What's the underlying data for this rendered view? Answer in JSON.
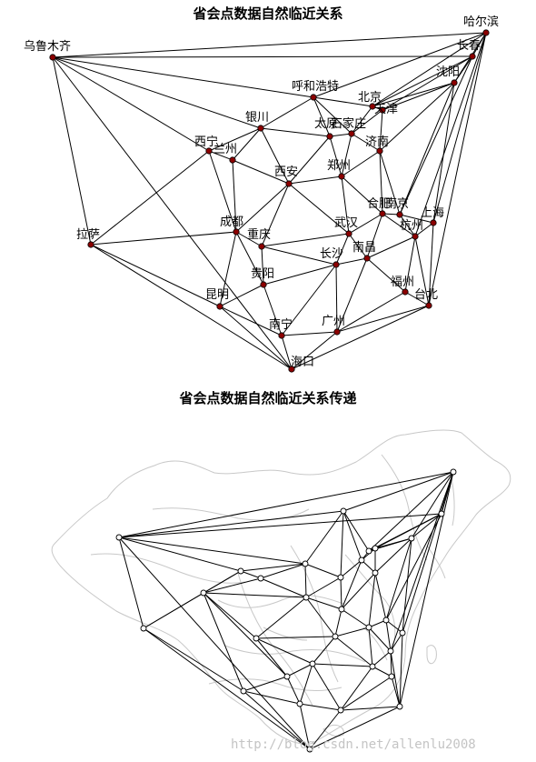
{
  "titles": {
    "top": "省会点数据自然临近关系",
    "bottom": "省会点数据自然临近关系传递"
  },
  "watermark": "http://blog.csdn.net/allenlu2008",
  "colors": {
    "node_top": "#8b0000",
    "node_bottom": "#ffffff",
    "edge": "#000000",
    "map_outline": "#c8c8c8"
  },
  "nodes": [
    {
      "id": "wlmq",
      "label": "乌鲁木齐"
    },
    {
      "id": "heb",
      "label": "哈尔滨"
    },
    {
      "id": "cc",
      "label": "长春"
    },
    {
      "id": "sy",
      "label": "沈阳"
    },
    {
      "id": "hhht",
      "label": "呼和浩特"
    },
    {
      "id": "bj",
      "label": "北京"
    },
    {
      "id": "tj",
      "label": "天津"
    },
    {
      "id": "yc",
      "label": "银川"
    },
    {
      "id": "ty",
      "label": "太原"
    },
    {
      "id": "sjz",
      "label": "石家庄"
    },
    {
      "id": "jn",
      "label": "济南"
    },
    {
      "id": "xn",
      "label": "西宁"
    },
    {
      "id": "lz",
      "label": "兰州"
    },
    {
      "id": "xa",
      "label": "西安"
    },
    {
      "id": "zz",
      "label": "郑州"
    },
    {
      "id": "hf",
      "label": "合肥"
    },
    {
      "id": "nj",
      "label": "南京"
    },
    {
      "id": "sh",
      "label": "上海"
    },
    {
      "id": "hz",
      "label": "杭州"
    },
    {
      "id": "cd",
      "label": "成都"
    },
    {
      "id": "cq",
      "label": "重庆"
    },
    {
      "id": "wh",
      "label": "武汉"
    },
    {
      "id": "ls",
      "label": "拉萨"
    },
    {
      "id": "cs",
      "label": "长沙"
    },
    {
      "id": "nc",
      "label": "南昌"
    },
    {
      "id": "gy",
      "label": "贵阳"
    },
    {
      "id": "fz",
      "label": "福州"
    },
    {
      "id": "tb",
      "label": "台北"
    },
    {
      "id": "km",
      "label": "昆明"
    },
    {
      "id": "nn",
      "label": "南宁"
    },
    {
      "id": "gz",
      "label": "广州"
    },
    {
      "id": "hk",
      "label": "海口"
    }
  ],
  "edges": [
    [
      "wlmq",
      "heb"
    ],
    [
      "wlmq",
      "cc"
    ],
    [
      "wlmq",
      "hhht"
    ],
    [
      "wlmq",
      "yc"
    ],
    [
      "wlmq",
      "xn"
    ],
    [
      "wlmq",
      "ls"
    ],
    [
      "wlmq",
      "hk"
    ],
    [
      "heb",
      "cc"
    ],
    [
      "heb",
      "sy"
    ],
    [
      "heb",
      "hhht"
    ],
    [
      "heb",
      "bj"
    ],
    [
      "heb",
      "sh"
    ],
    [
      "heb",
      "tb"
    ],
    [
      "heb",
      "hz"
    ],
    [
      "cc",
      "sy"
    ],
    [
      "cc",
      "bj"
    ],
    [
      "cc",
      "tj"
    ],
    [
      "cc",
      "nj"
    ],
    [
      "sy",
      "tj"
    ],
    [
      "sy",
      "bj"
    ],
    [
      "sy",
      "jn"
    ],
    [
      "sy",
      "nj"
    ],
    [
      "sy",
      "sh"
    ],
    [
      "hhht",
      "yc"
    ],
    [
      "hhht",
      "bj"
    ],
    [
      "hhht",
      "ty"
    ],
    [
      "hhht",
      "sjz"
    ],
    [
      "bj",
      "tj"
    ],
    [
      "bj",
      "sjz"
    ],
    [
      "tj",
      "sjz"
    ],
    [
      "tj",
      "jn"
    ],
    [
      "yc",
      "ty"
    ],
    [
      "yc",
      "xa"
    ],
    [
      "yc",
      "lz"
    ],
    [
      "yc",
      "xn"
    ],
    [
      "ty",
      "sjz"
    ],
    [
      "ty",
      "xa"
    ],
    [
      "ty",
      "zz"
    ],
    [
      "sjz",
      "jn"
    ],
    [
      "sjz",
      "zz"
    ],
    [
      "jn",
      "zz"
    ],
    [
      "jn",
      "hf"
    ],
    [
      "jn",
      "nj"
    ],
    [
      "xn",
      "lz"
    ],
    [
      "xn",
      "ls"
    ],
    [
      "xn",
      "cd"
    ],
    [
      "lz",
      "xa"
    ],
    [
      "lz",
      "cd"
    ],
    [
      "xa",
      "zz"
    ],
    [
      "xa",
      "cd"
    ],
    [
      "xa",
      "cq"
    ],
    [
      "xa",
      "wh"
    ],
    [
      "zz",
      "wh"
    ],
    [
      "zz",
      "hf"
    ],
    [
      "hf",
      "nj"
    ],
    [
      "hf",
      "wh"
    ],
    [
      "hf",
      "hz"
    ],
    [
      "hf",
      "nc"
    ],
    [
      "nj",
      "sh"
    ],
    [
      "nj",
      "hz"
    ],
    [
      "sh",
      "hz"
    ],
    [
      "sh",
      "tb"
    ],
    [
      "hz",
      "nc"
    ],
    [
      "hz",
      "fz"
    ],
    [
      "hz",
      "tb"
    ],
    [
      "cd",
      "cq"
    ],
    [
      "cd",
      "ls"
    ],
    [
      "cd",
      "km"
    ],
    [
      "cd",
      "gy"
    ],
    [
      "cq",
      "wh"
    ],
    [
      "cq",
      "cs"
    ],
    [
      "cq",
      "gy"
    ],
    [
      "wh",
      "cs"
    ],
    [
      "wh",
      "nc"
    ],
    [
      "cs",
      "nc"
    ],
    [
      "cs",
      "gy"
    ],
    [
      "cs",
      "nn"
    ],
    [
      "cs",
      "gz"
    ],
    [
      "nc",
      "fz"
    ],
    [
      "nc",
      "gz"
    ],
    [
      "fz",
      "tb"
    ],
    [
      "fz",
      "gz"
    ],
    [
      "tb",
      "gz"
    ],
    [
      "tb",
      "hk"
    ],
    [
      "ls",
      "km"
    ],
    [
      "ls",
      "hk"
    ],
    [
      "km",
      "gy"
    ],
    [
      "km",
      "nn"
    ],
    [
      "km",
      "hk"
    ],
    [
      "gy",
      "nn"
    ],
    [
      "nn",
      "gz"
    ],
    [
      "nn",
      "hk"
    ],
    [
      "gz",
      "hk"
    ]
  ]
}
